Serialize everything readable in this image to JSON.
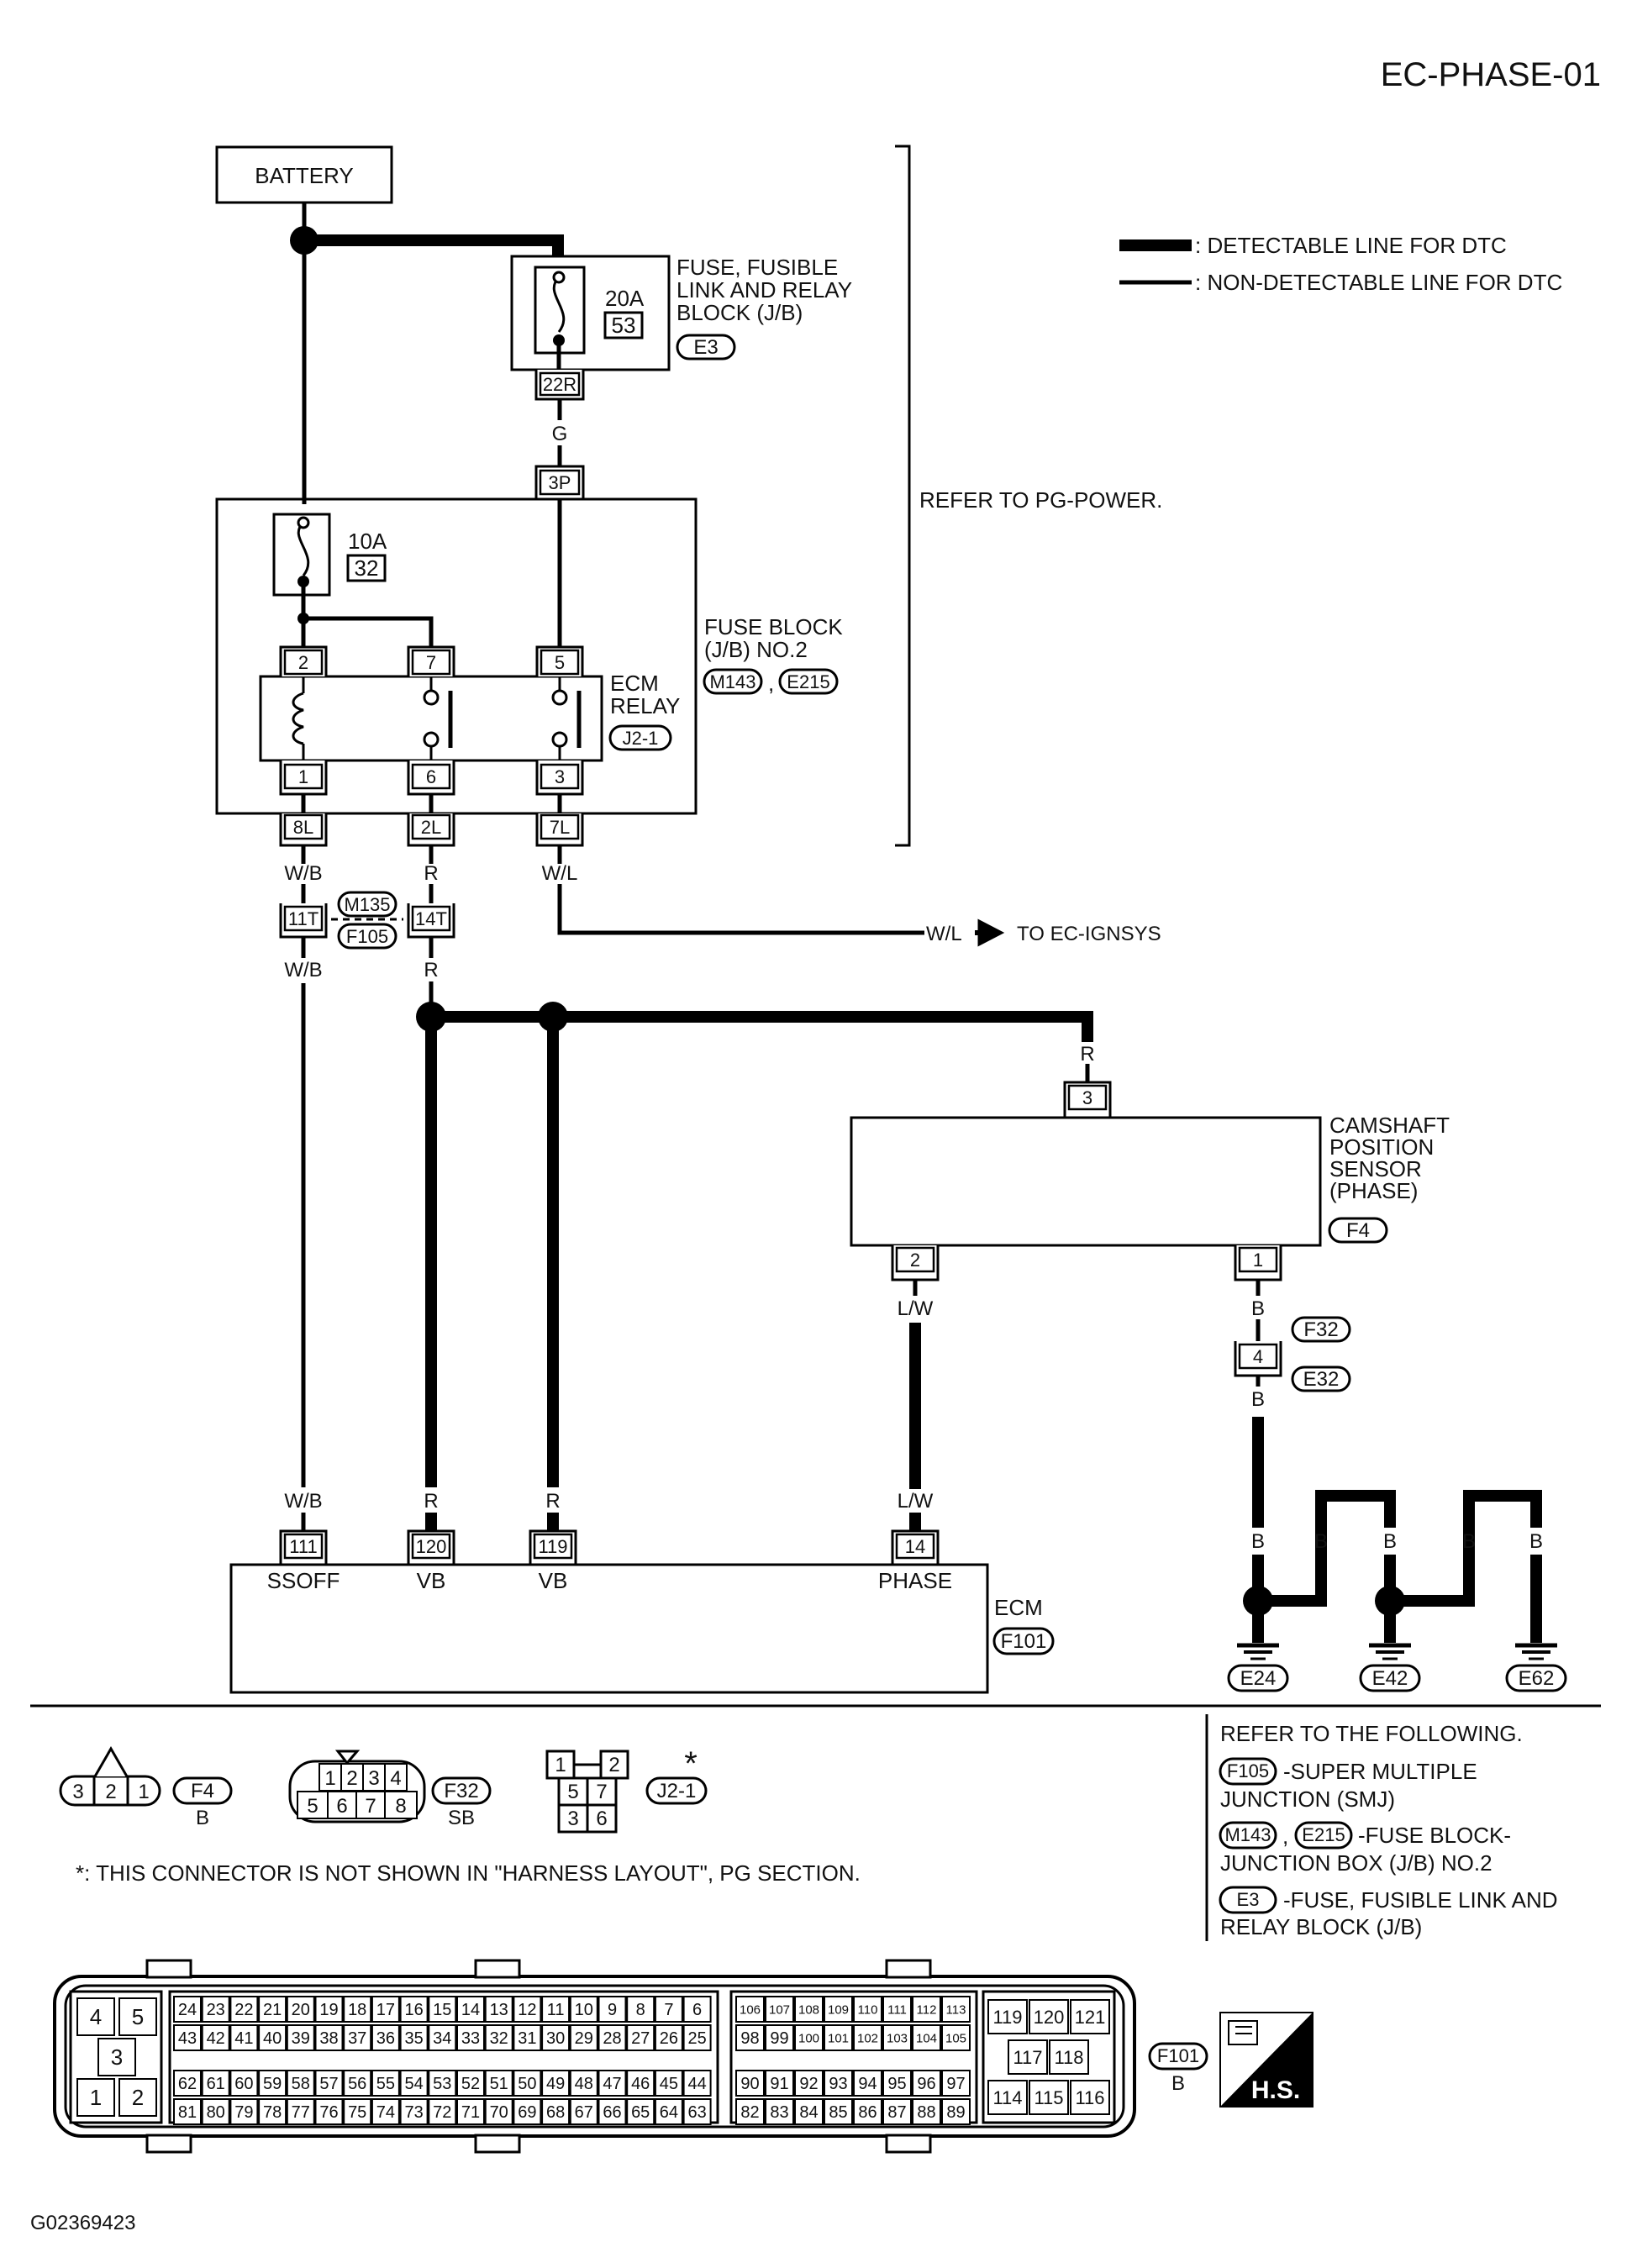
{
  "page_id": "EC-PHASE-01",
  "figure_id": "G02369423",
  "legend": {
    "detectable": ": DETECTABLE LINE FOR DTC",
    "non_detectable": ": NON-DETECTABLE LINE FOR DTC"
  },
  "battery": "BATTERY",
  "refer_pg_power": "REFER TO PG-POWER.",
  "fuse_block_jb": {
    "title_lines": [
      "FUSE, FUSIBLE",
      "LINK AND RELAY",
      "BLOCK (J/B)"
    ],
    "fuse_rating": "20A",
    "fuse_no": "53",
    "connector": "E3",
    "terminal_out": "22R"
  },
  "wire_g": "G",
  "fuse_block_no2": {
    "title_lines": [
      "FUSE BLOCK",
      "(J/B) NO.2"
    ],
    "conn1": "M143",
    "comma": ",",
    "conn2": "E215",
    "terminal_in": "3P",
    "fuse_rating": "10A",
    "fuse_no": "32",
    "out_terminals": [
      "8L",
      "2L",
      "7L"
    ]
  },
  "ecm_relay": {
    "title_lines": [
      "ECM",
      "RELAY"
    ],
    "connector": "J2-1",
    "top_pins": [
      "2",
      "7",
      "5"
    ],
    "bottom_pins": [
      "1",
      "6",
      "3"
    ]
  },
  "wires": {
    "w_b": "W/B",
    "r": "R",
    "w_l": "W/L",
    "l_w": "L/W",
    "b": "B"
  },
  "junction": {
    "pin_left": "11T",
    "pin_right": "14T",
    "conn_top": "M135",
    "conn_bottom": "F105"
  },
  "to_ignsys": "TO EC-IGNSYS",
  "cmp_sensor": {
    "title_lines": [
      "CAMSHAFT",
      "POSITION",
      "SENSOR",
      "(PHASE)"
    ],
    "connector": "F4",
    "pin_top": "3",
    "pin_left": "2",
    "pin_right": "1"
  },
  "f32_e32": {
    "pin": "4",
    "conn_top": "F32",
    "conn_bottom": "E32"
  },
  "ecm": {
    "title": "ECM",
    "connector": "F101",
    "pins": [
      {
        "no": "111",
        "label": "SSOFF"
      },
      {
        "no": "120",
        "label": "VB"
      },
      {
        "no": "119",
        "label": "VB"
      },
      {
        "no": "14",
        "label": "PHASE"
      }
    ]
  },
  "grounds": [
    "E24",
    "E42",
    "E62"
  ],
  "connector_views": {
    "f4": {
      "pins": [
        "3",
        "2",
        "1"
      ],
      "name": "F4",
      "color": "B"
    },
    "f32": {
      "pins_top": [
        "1",
        "2",
        "3",
        "4"
      ],
      "pins_bottom": [
        "5",
        "6",
        "7",
        "8"
      ],
      "name": "F32",
      "color": "SB"
    },
    "j21": {
      "pins_top": [
        "1",
        "2"
      ],
      "pins_mid": [
        "5",
        "7"
      ],
      "pins_bot": [
        "3",
        "6"
      ],
      "name": "J2-1",
      "asterisk": "*"
    }
  },
  "asterisk_note": "*: THIS CONNECTOR IS NOT SHOWN IN \"HARNESS LAYOUT\", PG SECTION.",
  "refer_following": {
    "title": "REFER TO THE FOLLOWING.",
    "f105": "F105",
    "f105_text": "-SUPER MULTIPLE",
    "f105_text2": "JUNCTION (SMJ)",
    "m143": "M143",
    "e215": "E215",
    "m143_text": "-FUSE BLOCK-",
    "m143_text2": "JUNCTION BOX (J/B) NO.2",
    "e3": "E3",
    "e3_text": "-FUSE, FUSIBLE LINK AND",
    "e3_text2": "RELAY BLOCK (J/B)"
  },
  "ecm_connector": {
    "name": "F101",
    "color": "B",
    "hs": "H.S.",
    "small_block": [
      "4",
      "5",
      "3",
      "1",
      "2"
    ],
    "row1": [
      "24",
      "23",
      "22",
      "21",
      "20",
      "19",
      "18",
      "17",
      "16",
      "15",
      "14",
      "13",
      "12",
      "11",
      "10",
      "9",
      "8",
      "7",
      "6"
    ],
    "row2": [
      "43",
      "42",
      "41",
      "40",
      "39",
      "38",
      "37",
      "36",
      "35",
      "34",
      "33",
      "32",
      "31",
      "30",
      "29",
      "28",
      "27",
      "26",
      "25"
    ],
    "row3": [
      "62",
      "61",
      "60",
      "59",
      "58",
      "57",
      "56",
      "55",
      "54",
      "53",
      "52",
      "51",
      "50",
      "49",
      "48",
      "47",
      "46",
      "45",
      "44"
    ],
    "row4": [
      "81",
      "80",
      "79",
      "78",
      "77",
      "76",
      "75",
      "74",
      "73",
      "72",
      "71",
      "70",
      "69",
      "68",
      "67",
      "66",
      "65",
      "64",
      "63"
    ],
    "mid_row1": [
      "106",
      "107",
      "108",
      "109",
      "110",
      "111",
      "112",
      "113"
    ],
    "mid_row2": [
      "98",
      "99",
      "100",
      "101",
      "102",
      "103",
      "104",
      "105"
    ],
    "mid_row3": [
      "90",
      "91",
      "92",
      "93",
      "94",
      "95",
      "96",
      "97"
    ],
    "mid_row4": [
      "82",
      "83",
      "84",
      "85",
      "86",
      "87",
      "88",
      "89"
    ],
    "right_top": [
      "119",
      "120",
      "121"
    ],
    "right_mid": [
      "117",
      "118"
    ],
    "right_bot": [
      "114",
      "115",
      "116"
    ]
  }
}
